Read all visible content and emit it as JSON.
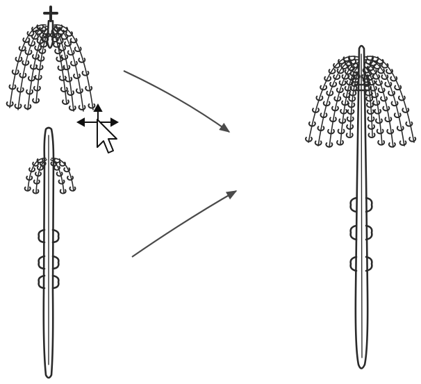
{
  "canvas": {
    "background": "#ffffff"
  },
  "colors": {
    "ink": "#2a2a2a",
    "arrow": "#4a4a4a",
    "cursor_fill": "#ffffff",
    "cursor_stroke": "#111111"
  },
  "figures": {
    "top_left": {
      "description_icon": "plume-crown-icon"
    },
    "bottom_left": {
      "description_icon": "stalk-with-small-crown-icon"
    },
    "right": {
      "description_icon": "combined-plume-stalk-icon"
    }
  },
  "arrows": [
    {
      "name": "arrow-top-to-result",
      "icon": "arrow-right-down-icon"
    },
    {
      "name": "arrow-bottom-to-result",
      "icon": "arrow-right-up-icon"
    }
  ],
  "cursor": {
    "icon": "move-arrow-cursor-icon",
    "mode": "move"
  }
}
